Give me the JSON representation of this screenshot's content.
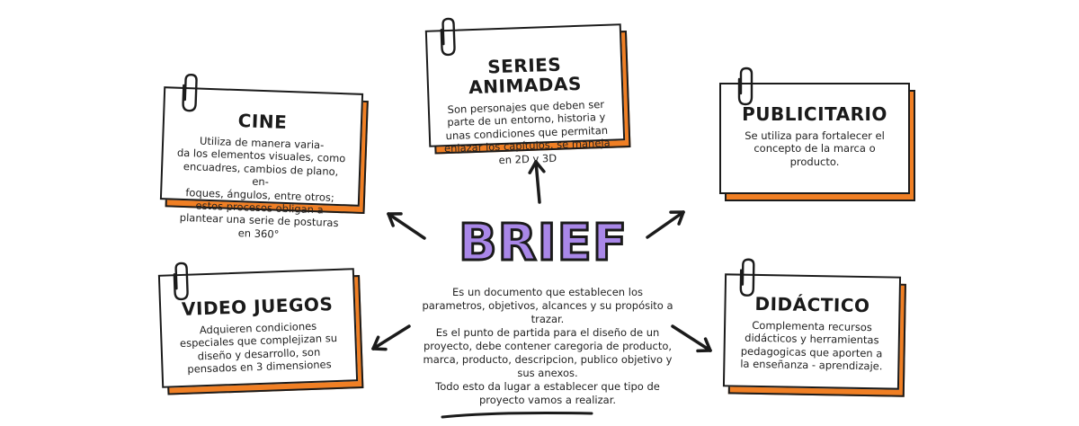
{
  "center": {
    "title": "BRIEF",
    "description": "Es un documento que establecen los parametros, objetivos, alcances y su propósito a trazar.\nEs el punto de partida para el diseño de un proyecto, debe contener caregoria de producto, marca, producto, descripcion, publico objetivo y sus anexos.\nTodo esto da lugar a establecer que tipo de proyecto vamos a realizar."
  },
  "cards": {
    "series_animadas": {
      "title": "SERIES ANIMADAS",
      "description": "Son personajes que deben ser parte de un entorno, historia y unas condiciones  que permitan enlazar los capítulos, se maneja en 2D  y 3D"
    },
    "cine": {
      "title": "CINE",
      "description": "Utiliza de manera varia-\nda los elementos visuales, como encuadres, cambios de plano, en-\nfoques, ángulos, entre otros; estos procesos obligan a plantear una serie de posturas en 360°"
    },
    "publicitario": {
      "title": "PUBLICITARIO",
      "description": "Se utiliza para fortalecer el concepto de la marca o producto."
    },
    "video_juegos": {
      "title": "VIDEO JUEGOS",
      "description": "Adquieren condiciones especiales que complejizan su diseño y desarrollo, son pensados en 3 dimensiones"
    },
    "didactico": {
      "title": "DIDÁCTICO",
      "description": "Complementa recursos didácticos y herramientas pedagogicas que aporten a la enseñanza - aprendizaje."
    }
  },
  "colors": {
    "card_backing": "#f07f24",
    "brief_fill": "#a987e8",
    "outline": "#1b1b1b"
  },
  "icons": [
    "paperclip-icon",
    "arrow-icon"
  ]
}
